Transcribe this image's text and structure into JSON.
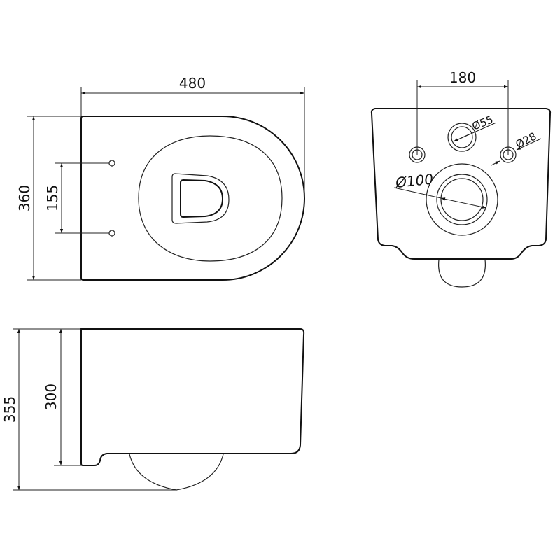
{
  "top_view": {
    "width_label": "480",
    "depth_label": "360",
    "fixing_spacing_label": "155"
  },
  "rear_view": {
    "fixing_spacing_label": "180",
    "water_inlet_label": "Ø55",
    "fixing_hole_label": "Ø28",
    "outlet_label": "Ø100"
  },
  "side_view": {
    "overall_height_label": "355",
    "body_height_label": "300"
  },
  "colors": {
    "line": "#111111",
    "background": "#ffffff"
  }
}
